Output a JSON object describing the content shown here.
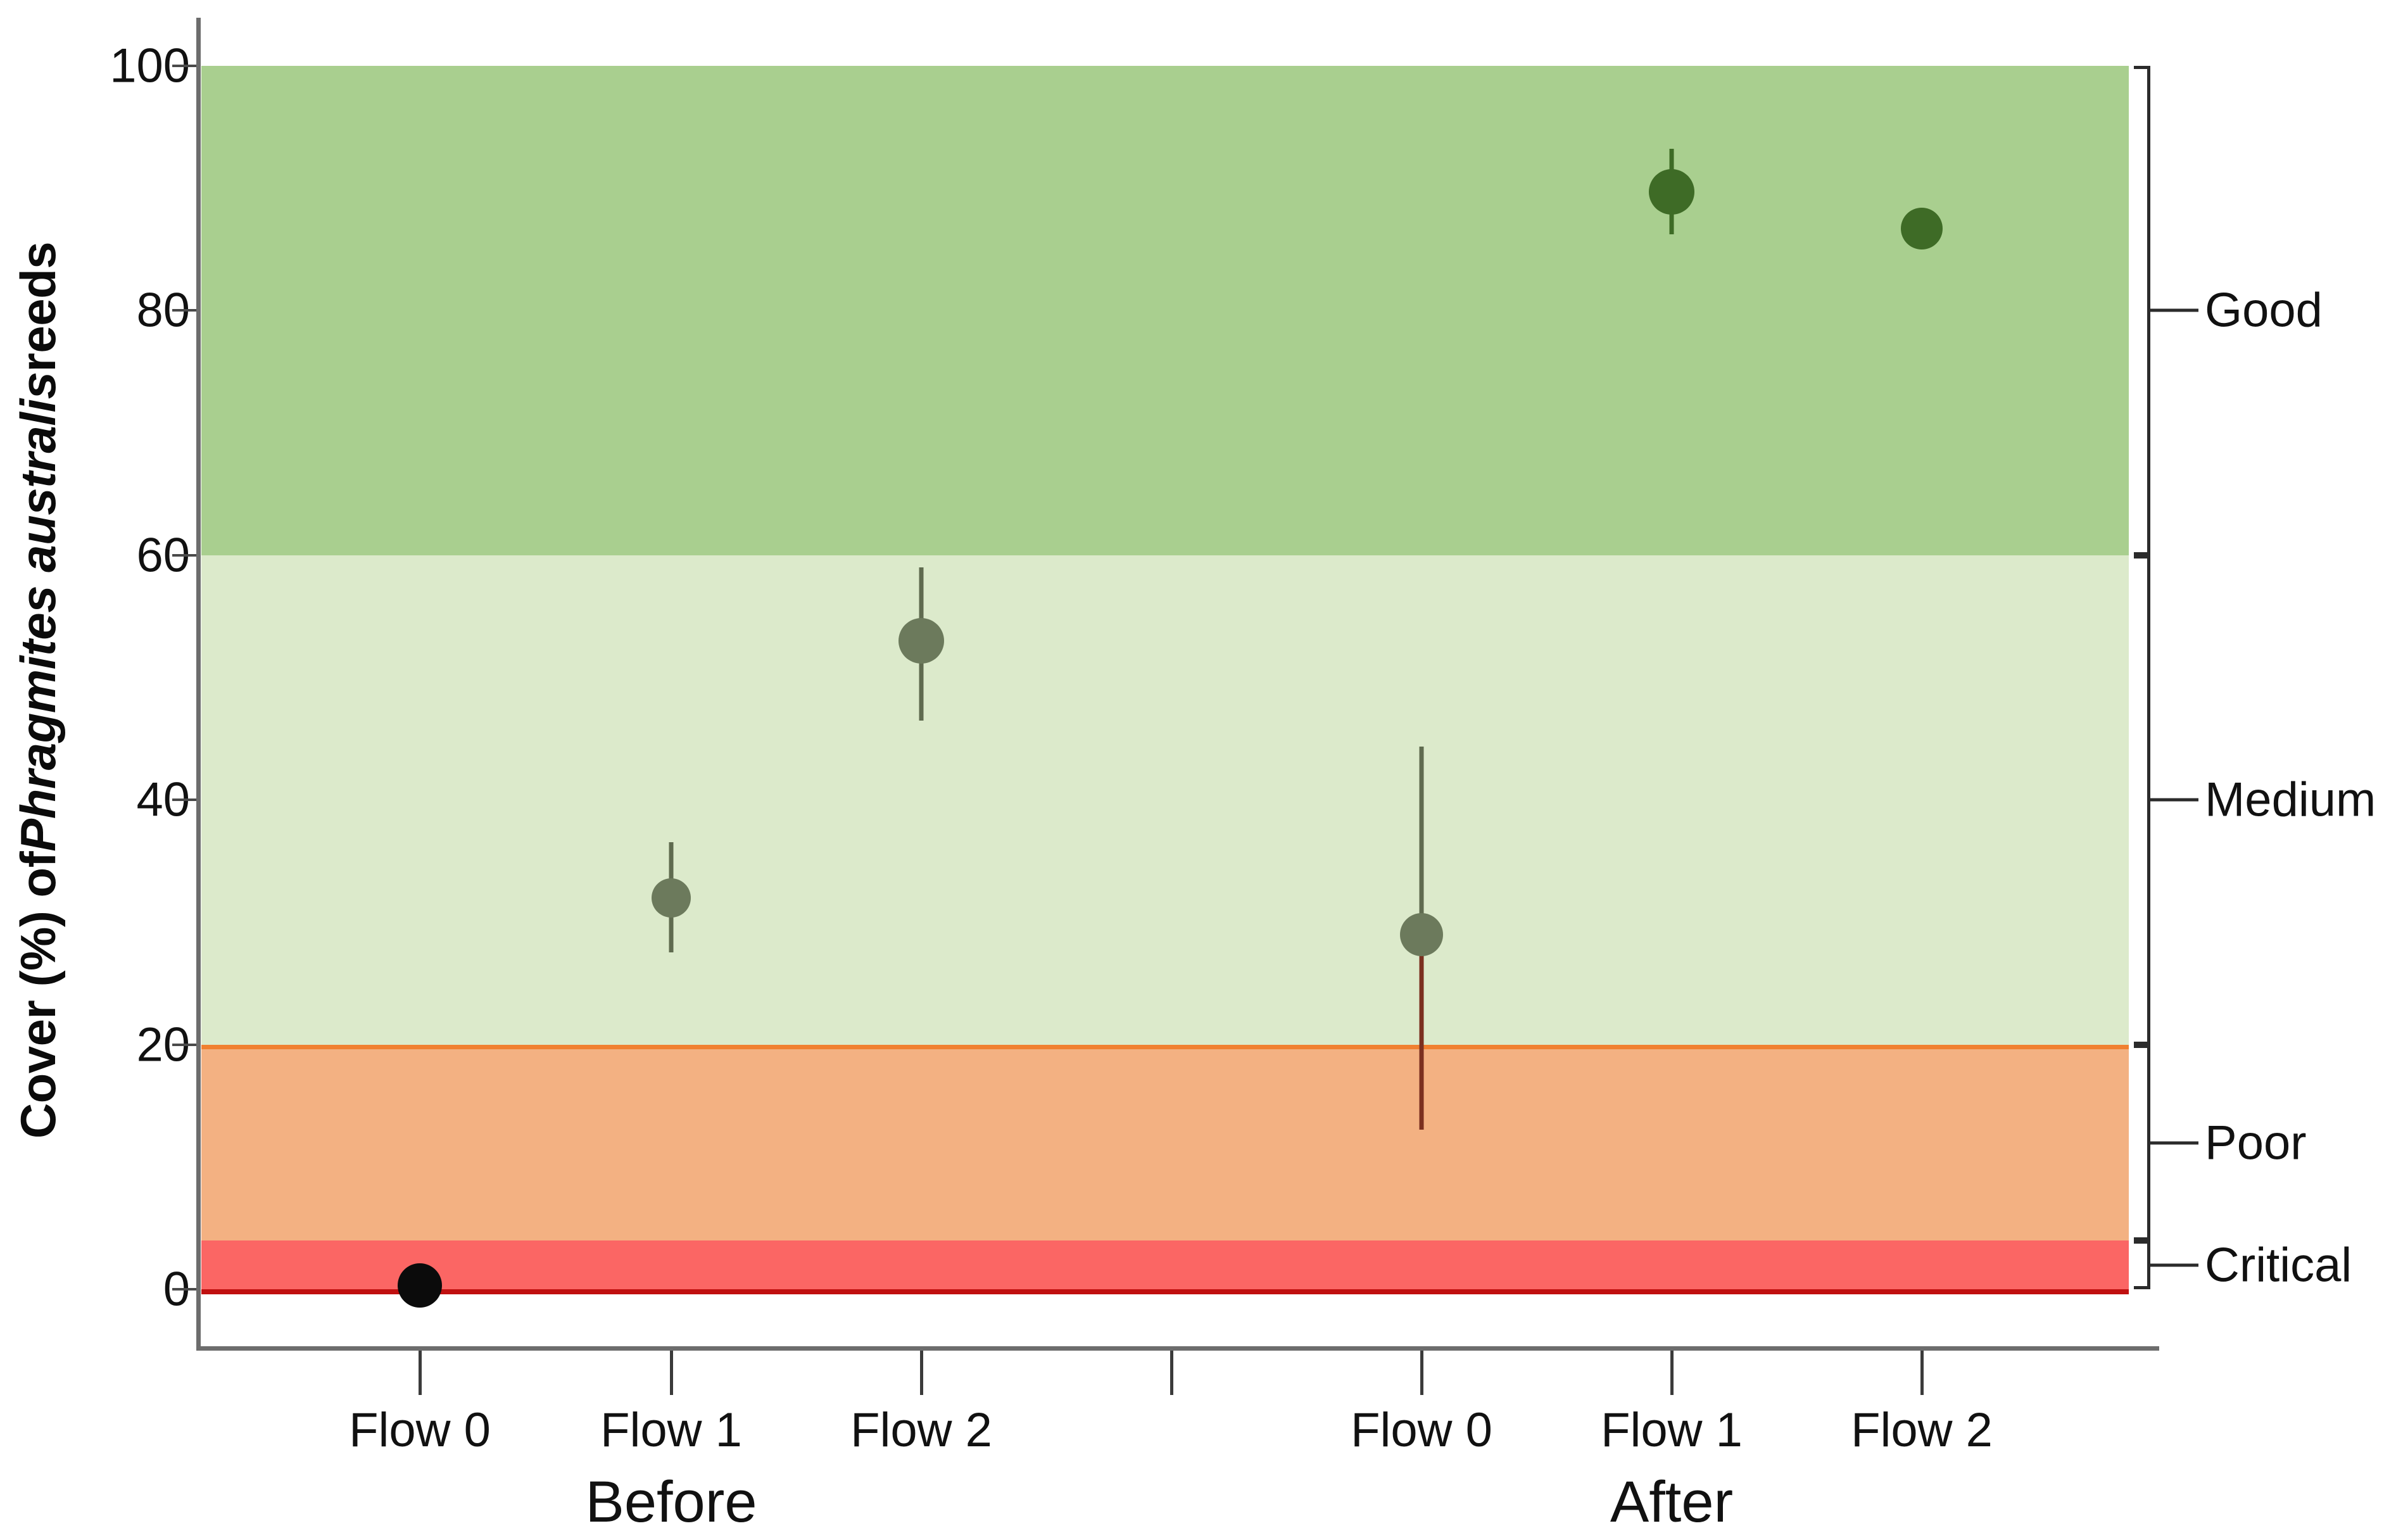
{
  "chart_data": {
    "type": "scatter",
    "title": "",
    "xlabel": "",
    "ylabel": "Cover (%) of Phragmites australis reeds",
    "ylabel_plain": "Cover (%) of ",
    "ylabel_italic": "Phragmites australis",
    "ylabel_tail": " reeds",
    "ylim": [
      0,
      100
    ],
    "yticks": [
      0,
      20,
      40,
      60,
      80,
      100
    ],
    "ytick_labels": [
      "0",
      "20",
      "40",
      "60",
      "80",
      "100"
    ],
    "grid": false,
    "legend_position": "right-brackets",
    "groups": [
      {
        "name": "Before",
        "label": "Before"
      },
      {
        "name": "After",
        "label": "After"
      }
    ],
    "categories": [
      "Flow 0",
      "Flow 1",
      "Flow 2",
      "",
      "Flow 0",
      "Flow 1",
      "Flow 2"
    ],
    "xtick_labels": [
      "Flow 0",
      "Flow 1",
      "Flow 2",
      "",
      "Flow 0",
      "Flow 1",
      "Flow 2"
    ],
    "points": [
      {
        "group": "Before",
        "category": "Flow 0",
        "value": 0.3,
        "err_low": 0.0,
        "err_high": 0.6,
        "color": "#0b0b0b",
        "size": 70
      },
      {
        "group": "Before",
        "category": "Flow 1",
        "value": 32.0,
        "err_low": 27.5,
        "err_high": 36.5,
        "color": "#6c7a5c",
        "size": 62
      },
      {
        "group": "Before",
        "category": "Flow 2",
        "value": 53.0,
        "err_low": 46.5,
        "err_high": 59.0,
        "color": "#6c7a5c",
        "size": 72
      },
      {
        "group": "After",
        "category": "Flow 0",
        "value": 28.9,
        "err_low": 13.1,
        "err_high": 44.3,
        "color": "#6c7a5c",
        "size": 68
      },
      {
        "group": "After",
        "category": "Flow 1",
        "value": 89.7,
        "err_low": 86.2,
        "err_high": 93.2,
        "color": "#3e6b26",
        "size": 72
      },
      {
        "group": "After",
        "category": "Flow 2",
        "value": 86.7,
        "err_low": 85.6,
        "err_high": 87.8,
        "color": "#3e6b26",
        "size": 66
      }
    ],
    "bands": [
      {
        "label": "Good",
        "from": 60,
        "to": 100,
        "color": "#a9cf8f"
      },
      {
        "label": "Medium",
        "from": 20,
        "to": 60,
        "color": "#dceacb"
      },
      {
        "label": "Poor",
        "from": 4,
        "to": 20,
        "color": "#f3b182"
      },
      {
        "label": "Critical",
        "from": 0,
        "to": 4,
        "color": "#fb6664"
      }
    ]
  },
  "axis": {
    "y_title_plain": "Cover (%) of ",
    "y_title_italic": "Phragmites australis",
    "y_title_tail": " reeds",
    "ytick_0": "0",
    "ytick_20": "20",
    "ytick_40": "40",
    "ytick_60": "60",
    "ytick_80": "80",
    "ytick_100": "100"
  },
  "xaxis": {
    "labels": [
      "Flow 0",
      "Flow 1",
      "Flow 2",
      "Flow 0",
      "Flow 1",
      "Flow 2"
    ],
    "group_before": "Before",
    "group_after": "After"
  },
  "brackets": {
    "good": "Good",
    "medium": "Medium",
    "poor": "Poor",
    "critical": "Critical"
  },
  "colors": {
    "good": "#a9cf8f",
    "medium": "#dceacb",
    "poor": "#f3b182",
    "critical": "#fb6664",
    "marker_gray_green": "#6c7a5c",
    "marker_dark_green": "#3e6b26",
    "marker_black": "#0b0b0b",
    "axis": "#6d6d6d"
  }
}
